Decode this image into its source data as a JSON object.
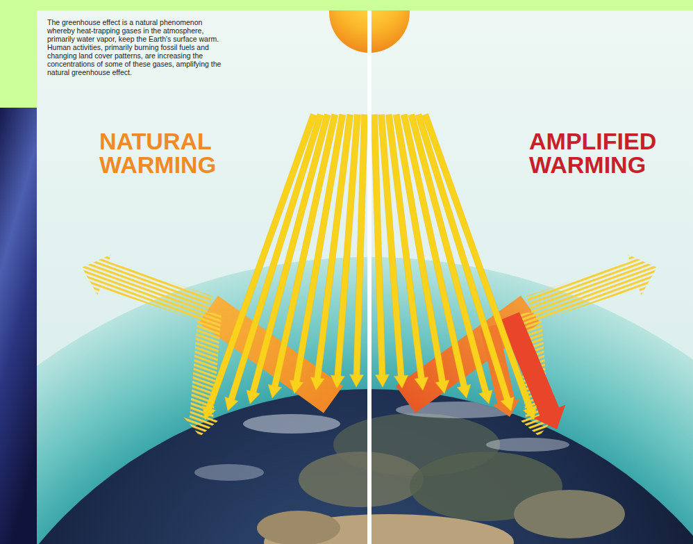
{
  "diagram": {
    "labels": [
      "The greenhouse effect is a natural phenomenon whereby heat-trapping gases in the atmosphere, primarily water vapor, keep the Earth's surface warm. Human activities, primarily burning fossil fuels and changing land cover patterns, are increasing the concentrations of some of these gases, amplifying the natural greenhouse effect.",
      "NATURAL WARMING",
      "AMPLIFIED WARMING"
    ]
  }
}
